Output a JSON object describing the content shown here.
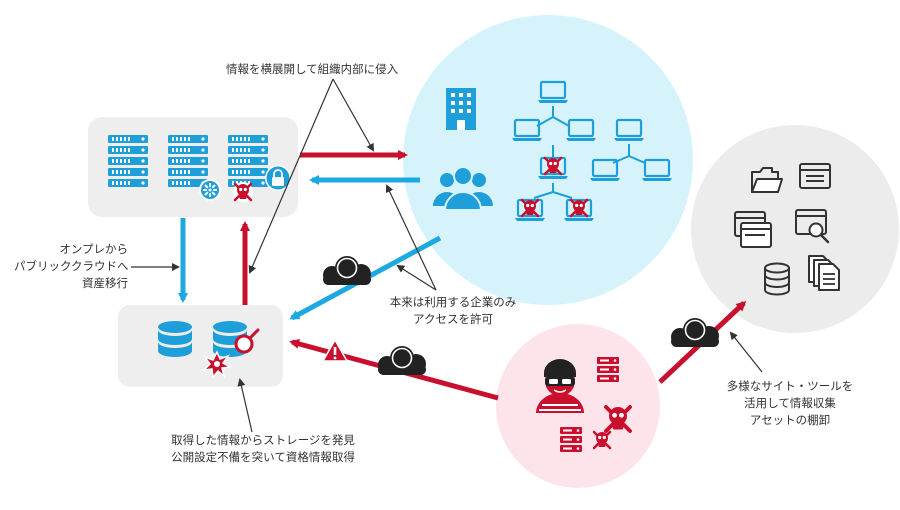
{
  "labels": {
    "lateral_movement": "情報を横展開して組織内部に侵入",
    "onprem_to_cloud": [
      "オンプレから",
      "パブリッククラウドへ",
      "資産移行"
    ],
    "authorized_only": [
      "本来は利用する企業のみ",
      "アクセスを許可"
    ],
    "storage_discovery": [
      "取得した情報からストレージを発見",
      "公開設定不備を突いて資格情報取得"
    ],
    "recon": [
      "多様なサイト・ツールを",
      "活用して情報収集",
      "アセットの棚卸"
    ]
  },
  "colors": {
    "attack_red": "#c8102e",
    "access_blue": "#1ca9e1",
    "icon_blue": "#1e9fd9",
    "enterprise_circle": "#d6f3fb",
    "attacker_circle": "#fde4ea",
    "tools_circle": "#ececec",
    "box_gray": "#eeeeee",
    "cloud_dark": "#222222"
  },
  "icons": [
    "server-rack-icon",
    "gear-icon",
    "lock-icon",
    "skull-crossbones-icon",
    "database-icon",
    "explosion-icon",
    "magnifier-icon",
    "building-icon",
    "people-group-icon",
    "laptop-icon",
    "cloud-icon",
    "warning-triangle-icon",
    "hacker-icon",
    "folder-icon",
    "browser-window-icon",
    "documents-icon"
  ]
}
